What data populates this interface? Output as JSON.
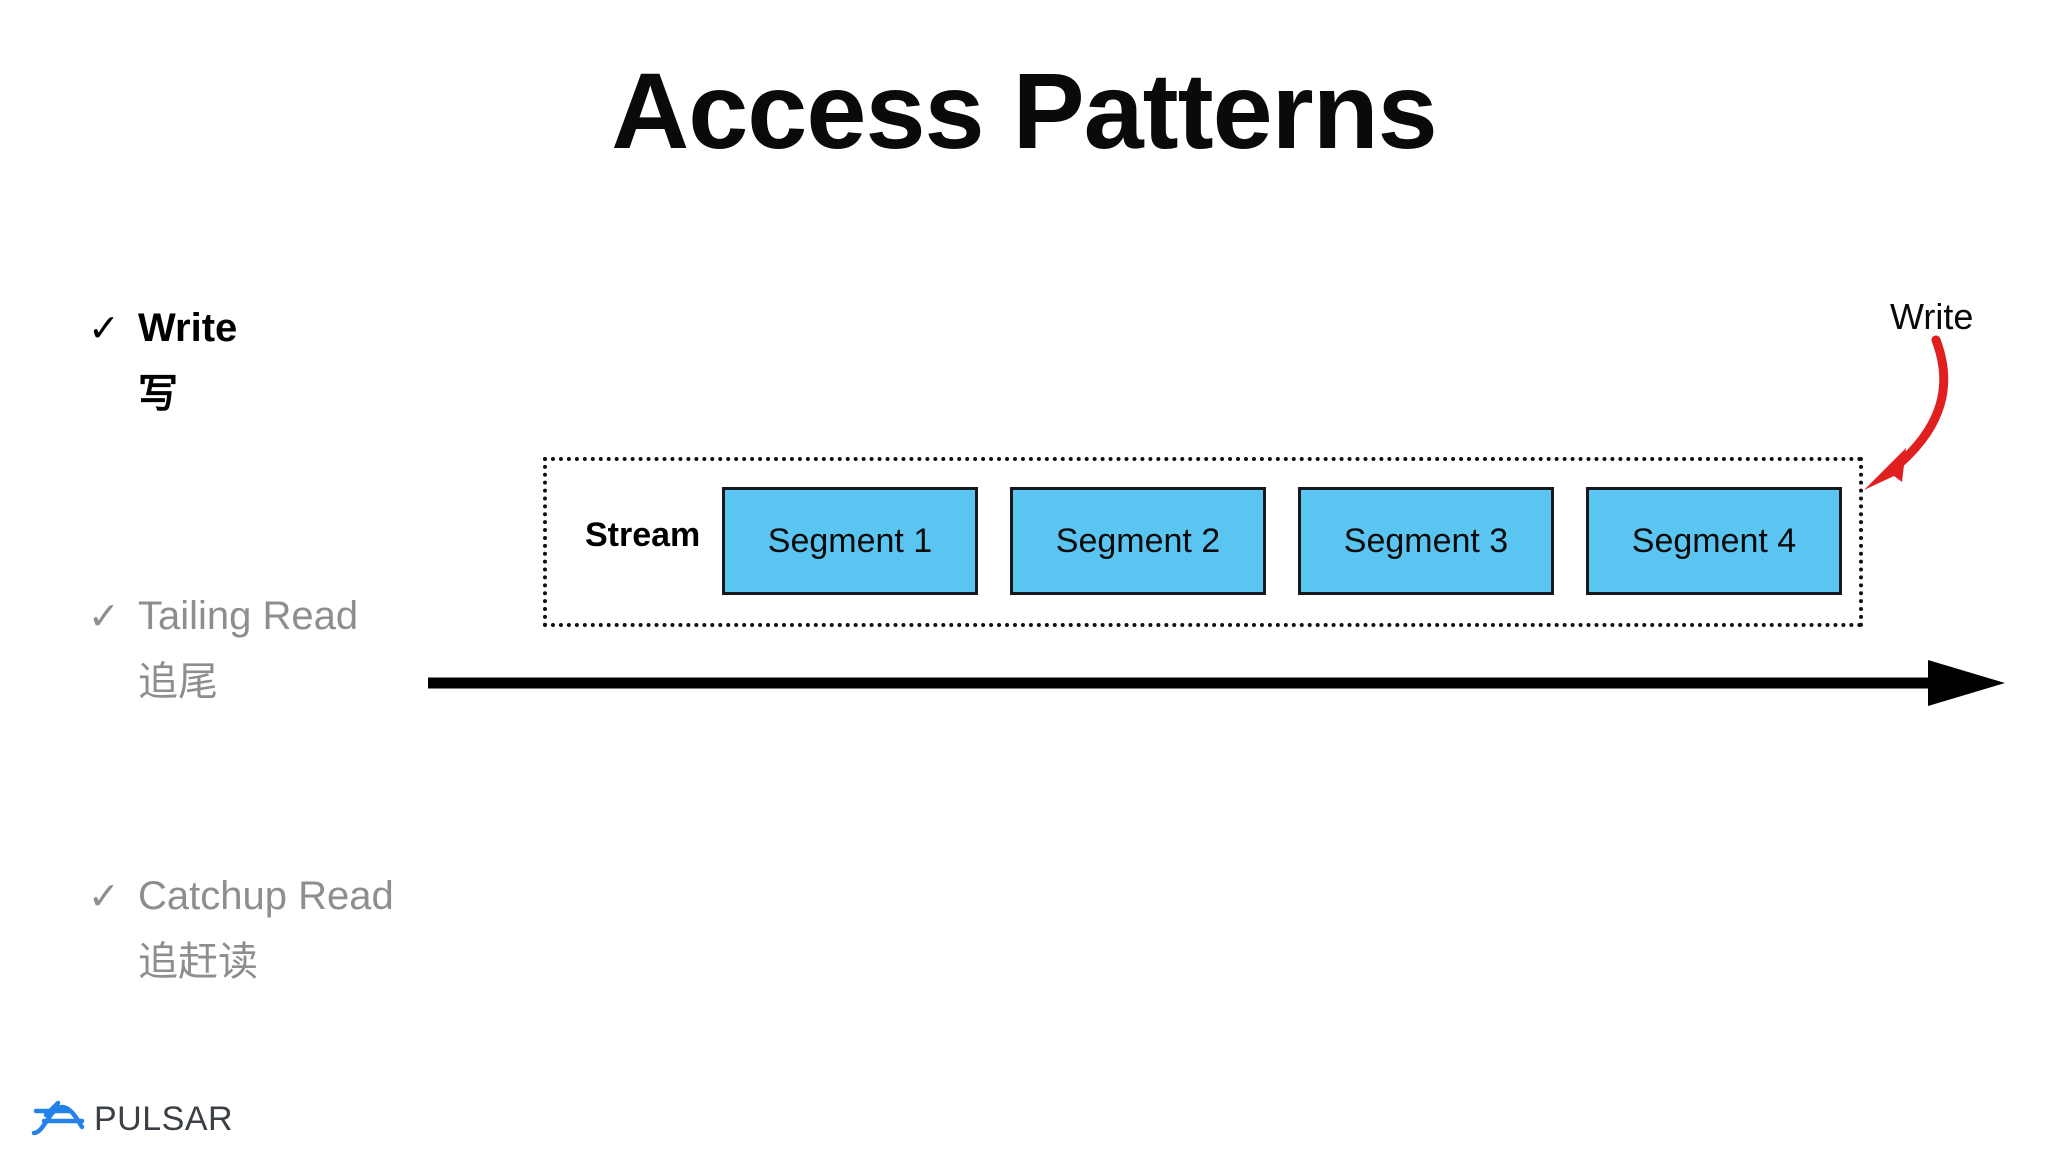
{
  "slide": {
    "title": "Access Patterns"
  },
  "bullets": [
    {
      "check": "✓",
      "label": "Write",
      "sub": "写",
      "state": "active"
    },
    {
      "check": "✓",
      "label": "Tailing Read",
      "sub": "追尾",
      "state": "dim"
    },
    {
      "check": "✓",
      "label": "Catchup Read",
      "sub": "追赶读",
      "state": "dim"
    }
  ],
  "diagram": {
    "stream_label": "Stream",
    "segments": [
      {
        "label": "Segment 1"
      },
      {
        "label": "Segment 2"
      },
      {
        "label": "Segment 3"
      },
      {
        "label": "Segment 4"
      }
    ],
    "annotation": {
      "label": "Write",
      "arrow_color": "#e02020",
      "target": "Segment 4"
    },
    "time_axis": {
      "direction": "right",
      "color": "#000000"
    },
    "colors": {
      "segment_fill": "#5bc5f2",
      "segment_border": "#15191d",
      "stream_border": "#111111",
      "dim_text": "#8e8e8e",
      "active_text": "#000000"
    }
  },
  "footer": {
    "logo_text": "PULSAR",
    "logo_mark_color": "#2481e8",
    "logo_text_color": "#3b3f46"
  }
}
